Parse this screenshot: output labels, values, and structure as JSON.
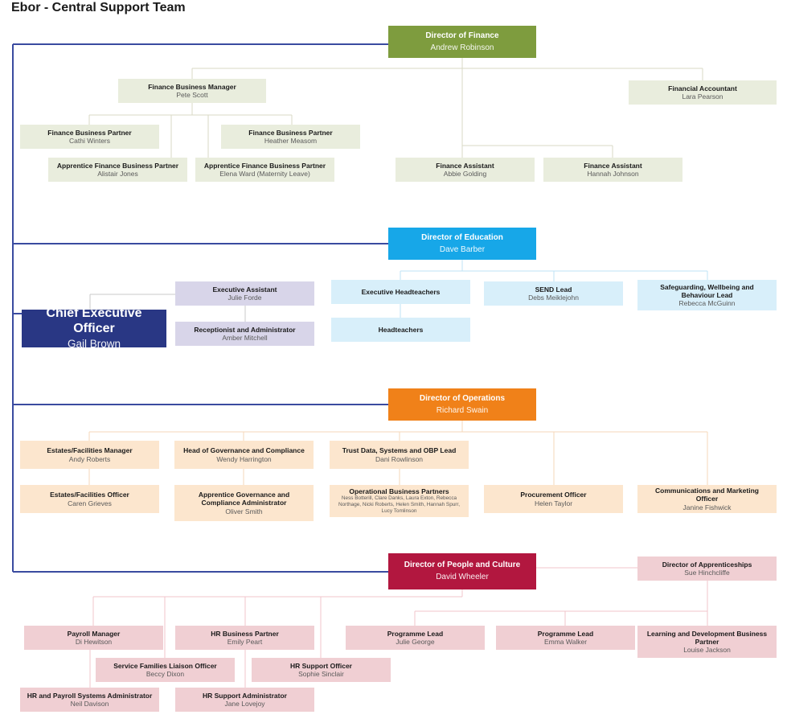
{
  "page_title": "Ebor - Central Support Team",
  "colors": {
    "spine_blue": "#3A4BA0",
    "finance_green": "#7E9C3E",
    "finance_light": "#E9EDDD",
    "education_blue": "#17A7E8",
    "education_light": "#D8EFFA",
    "ceo_navy": "#293784",
    "lavender": "#D8D5E9",
    "operations_orange": "#F08119",
    "operations_light": "#FCE6CE",
    "people_red": "#B2173F",
    "people_light": "#F0CFD3"
  },
  "nodes": {
    "director-finance": {
      "title": "Director of Finance",
      "name": "Andrew Robinson"
    },
    "finance-business-manager": {
      "title": "Finance Business Manager",
      "name": "Pete Scott"
    },
    "financial-accountant": {
      "title": "Financial Accountant",
      "name": "Lara Pearson"
    },
    "finance-business-partner-1": {
      "title": "Finance Business Partner",
      "name": "Cathi Winters"
    },
    "finance-business-partner-2": {
      "title": "Finance Business Partner",
      "name": "Heather Measom"
    },
    "apprentice-fbp-1": {
      "title": "Apprentice Finance Business Partner",
      "name": "Alistair Jones"
    },
    "apprentice-fbp-2": {
      "title": "Apprentice Finance Business Partner",
      "name": "Elena Ward (Maternity Leave)"
    },
    "finance-assistant-1": {
      "title": "Finance Assistant",
      "name": "Abbie Golding"
    },
    "finance-assistant-2": {
      "title": "Finance Assistant",
      "name": "Hannah Johnson"
    },
    "director-education": {
      "title": "Director of Education",
      "name": "Dave Barber"
    },
    "executive-assistant": {
      "title": "Executive Assistant",
      "name": "Julie Forde"
    },
    "receptionist-administrator": {
      "title": "Receptionist and Administrator",
      "name": "Amber Mitchell"
    },
    "executive-headteachers": {
      "title": "Executive Headteachers",
      "name": ""
    },
    "headteachers": {
      "title": "Headteachers",
      "name": ""
    },
    "send-lead": {
      "title": "SEND Lead",
      "name": "Debs Meiklejohn"
    },
    "safeguarding-lead": {
      "title": "Safeguarding, Wellbeing and Behaviour Lead",
      "name": "Rebecca McGuinn"
    },
    "ceo": {
      "title": "Chief Executive Officer",
      "name": "Gail Brown"
    },
    "director-operations": {
      "title": "Director of Operations",
      "name": "Richard Swain"
    },
    "estates-facilities-manager": {
      "title": "Estates/Facilities Manager",
      "name": "Andy Roberts"
    },
    "head-governance-compliance": {
      "title": "Head of Governance and Compliance",
      "name": "Wendy Harrington"
    },
    "trust-data-obp-lead": {
      "title": "Trust Data, Systems and OBP Lead",
      "name": "Dani Rowlinson"
    },
    "estates-facilities-officer": {
      "title": "Estates/Facilities Officer",
      "name": "Caren Grieves"
    },
    "apprentice-governance-admin": {
      "title": "Apprentice Governance and Compliance Administrator",
      "name": "Oliver Smith"
    },
    "operational-business-partners": {
      "title": "Operational Business Partners",
      "name": "Ness Botterill, Clare Danks, Laura Exton, Rebecca Northage, Nicki Roberts, Helen Smith, Hannah Spurr, Lucy Tomlinson"
    },
    "procurement-officer": {
      "title": "Procurement Officer",
      "name": "Helen Taylor"
    },
    "communications-marketing-officer": {
      "title": "Communications and Marketing Officer",
      "name": "Janine Fishwick"
    },
    "director-people-culture": {
      "title": "Director of People and Culture",
      "name": "David Wheeler"
    },
    "director-apprenticeships": {
      "title": "Director of Apprenticeships",
      "name": "Sue Hinchcliffe"
    },
    "payroll-manager": {
      "title": "Payroll Manager",
      "name": "Di Hewitson"
    },
    "hr-business-partner": {
      "title": "HR Business Partner",
      "name": "Emily Peart"
    },
    "programme-lead-1": {
      "title": "Programme Lead",
      "name": "Julie George"
    },
    "programme-lead-2": {
      "title": "Programme Lead",
      "name": "Emma Walker"
    },
    "learning-development-bp": {
      "title": "Learning and Development Business Partner",
      "name": "Louise Jackson"
    },
    "service-families-liaison": {
      "title": "Service Families Liaison Officer",
      "name": "Beccy Dixon"
    },
    "hr-support-officer": {
      "title": "HR Support Officer",
      "name": "Sophie Sinclair"
    },
    "hr-payroll-systems-admin": {
      "title": "HR and Payroll Systems Administrator",
      "name": "Neil Davison"
    },
    "hr-support-administrator": {
      "title": "HR Support Administrator",
      "name": "Jane Lovejoy"
    }
  }
}
